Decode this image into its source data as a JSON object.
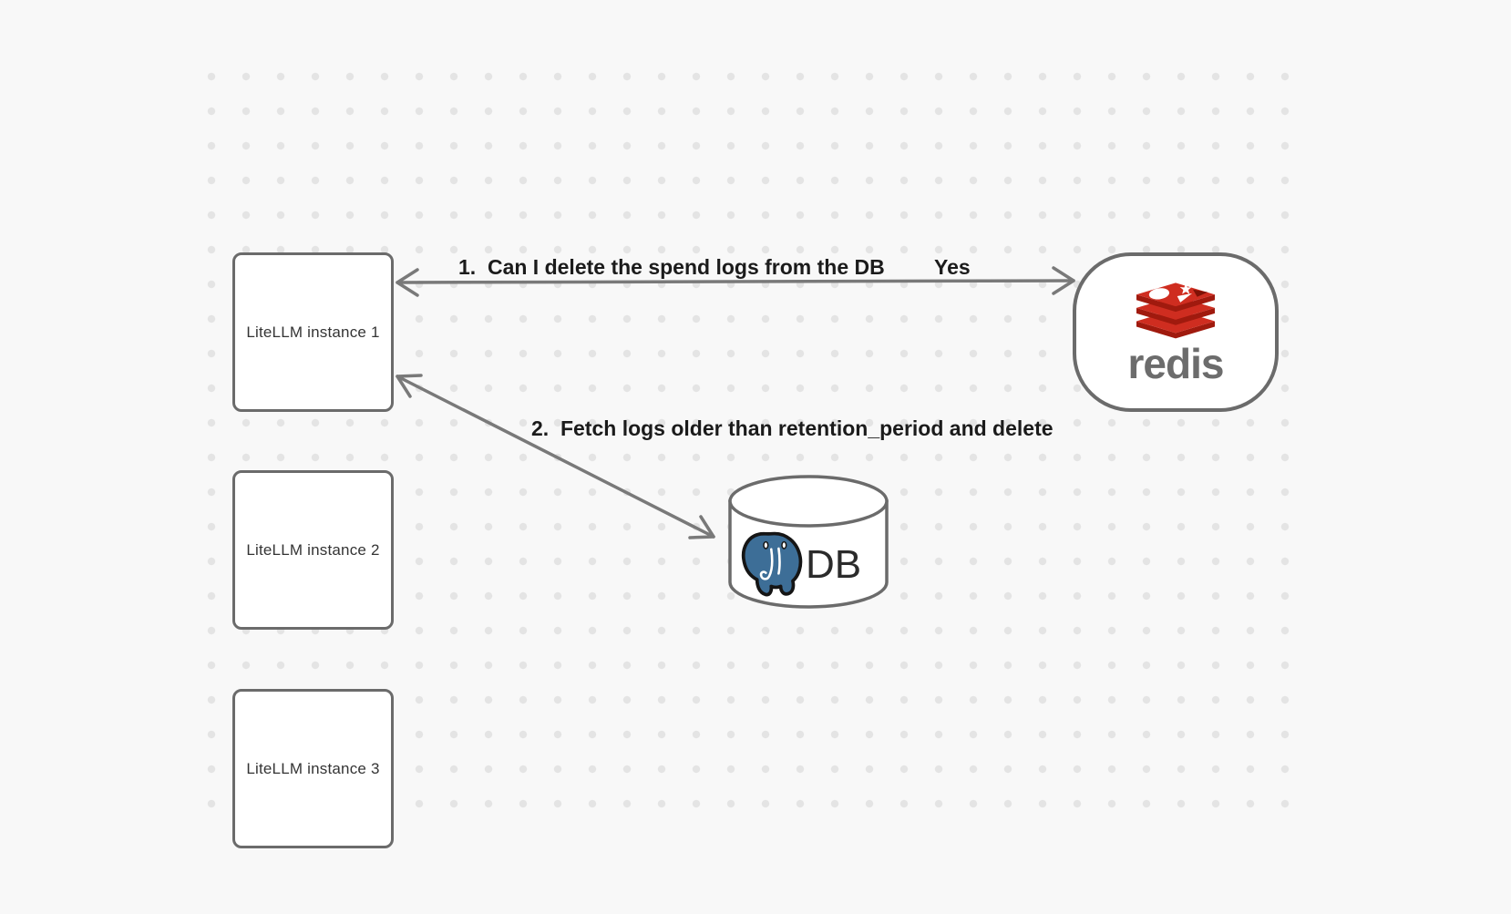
{
  "canvas": {
    "background_color": "#f8f8f8",
    "dot_color": "#e4e4e4",
    "stroke_color": "#6b6b6b",
    "arrow_color": "#797979"
  },
  "nodes": {
    "litellm_instances": [
      {
        "label": "LiteLLM instance 1"
      },
      {
        "label": "LiteLLM instance 2"
      },
      {
        "label": "LiteLLM instance 3"
      }
    ],
    "redis": {
      "wordmark": "redis",
      "icon": "redis-logo",
      "logo_red": "#cf2d20",
      "logo_dark_red": "#a01a0e",
      "wordmark_color": "#6c6c6c"
    },
    "database": {
      "label": "DB",
      "icon": "postgresql-logo",
      "logo_blue": "#3d6e97"
    }
  },
  "edges": {
    "redis_query": {
      "label": "1.  Can I delete the spend logs from the DB",
      "response": "Yes",
      "arrowheads": "both"
    },
    "db_fetch": {
      "label": "2.  Fetch logs older than retention_period and delete",
      "arrowheads": "both"
    }
  }
}
